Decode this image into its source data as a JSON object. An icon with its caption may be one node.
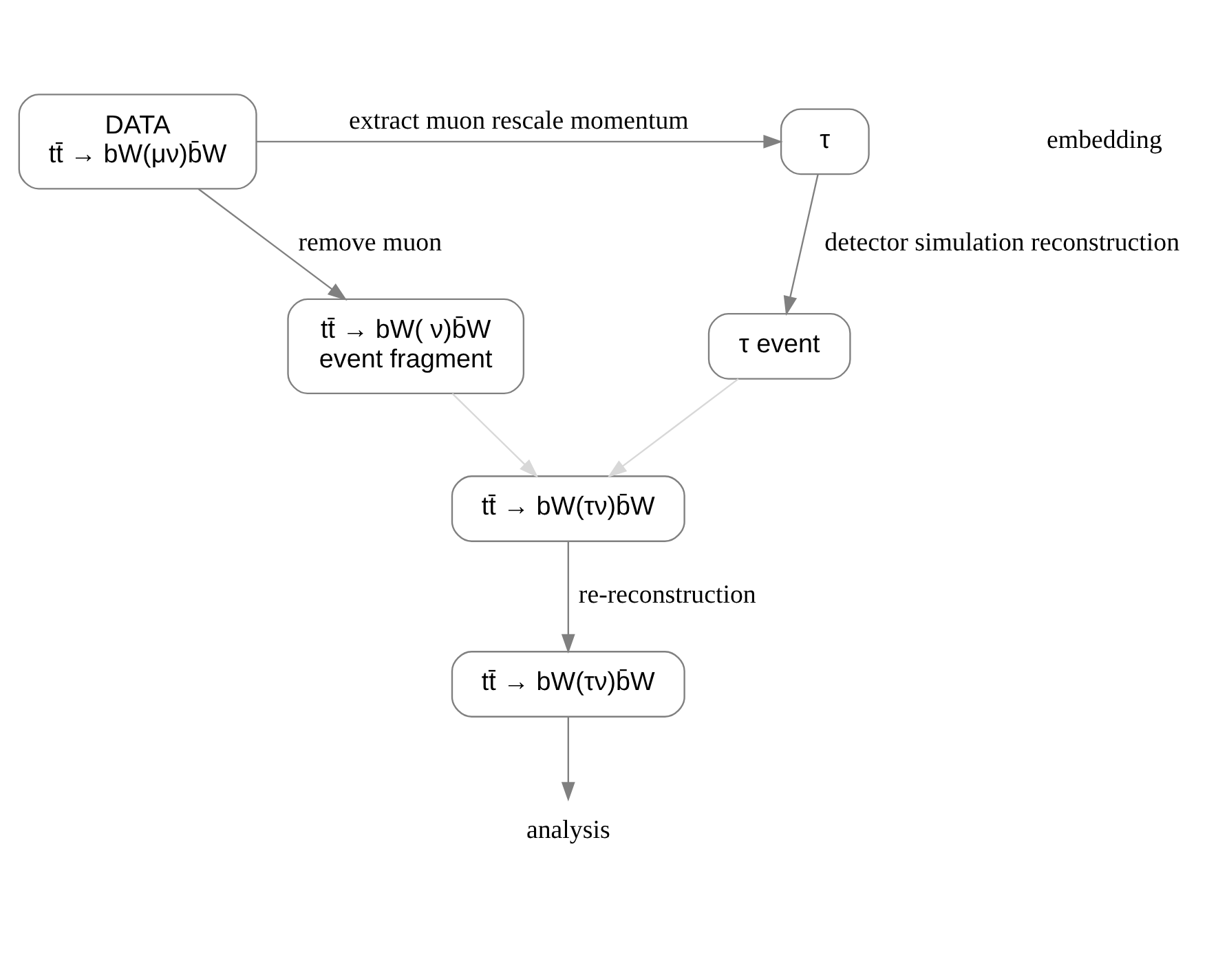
{
  "diagram": {
    "nodes": [
      {
        "text": [
          "DATA",
          "tt̄ → bW(μν)b̄W"
        ]
      },
      {
        "text": [
          "τ"
        ]
      },
      {
        "text": [
          "tt̄ → bW( ν)b̄W",
          "event fragment"
        ]
      },
      {
        "text": [
          "τ event"
        ]
      },
      {
        "text": [
          "tt̄ → bW(τν)b̄W"
        ]
      },
      {
        "text": [
          "tt̄ → bW(τν)b̄W"
        ]
      },
      {
        "text": [
          "analysis"
        ]
      }
    ],
    "edges": [
      {
        "from": 0,
        "to": 1,
        "arrow": "to",
        "label": "extract muon rescale momentum"
      },
      {
        "from": 0,
        "to": 2,
        "arrow": "to",
        "label": "remove muon"
      },
      {
        "from": 1,
        "to": 3,
        "arrow": "to",
        "label": "detector simulation reconstruction"
      },
      {
        "from": 2,
        "to": 4,
        "arrow": "to",
        "color": "#d8d8d8"
      },
      {
        "from": 3,
        "to": 4,
        "arrow": "to",
        "color": "#d8d8d8"
      },
      {
        "from": 4,
        "to": 5,
        "arrow": "to",
        "label": "re-reconstruction"
      },
      {
        "from": 5,
        "to": 6,
        "arrow": "to"
      }
    ],
    "labels": [
      "embedding"
    ]
  }
}
